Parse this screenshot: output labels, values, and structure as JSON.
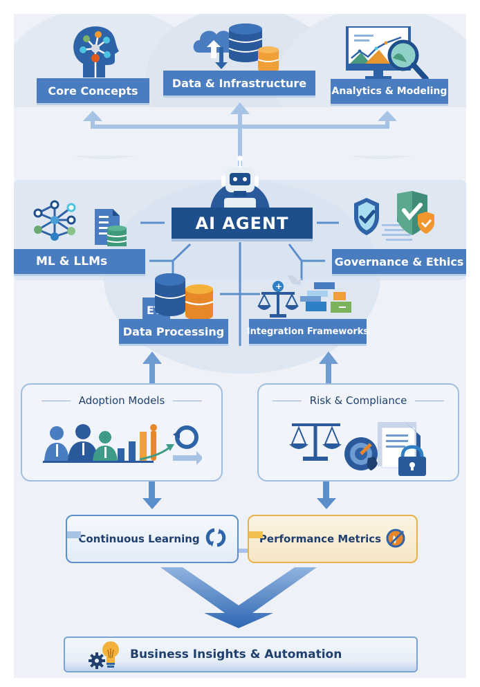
{
  "diagram": {
    "center": {
      "label": "AI AGENT",
      "icon": "robot-icon"
    },
    "top_row": [
      {
        "label": "Core Concepts",
        "icon": "brain-network-icon"
      },
      {
        "label": "Data & Infrastructure",
        "icon": "cloud-database-icon"
      },
      {
        "label": "Analytics & Modeling",
        "icon": "monitor-chart-magnifier-icon"
      }
    ],
    "middle_row": {
      "left": {
        "label": "ML & LLMs",
        "icon": "neural-network-document-icon"
      },
      "right": {
        "label": "Governance & Ethics",
        "icon": "shield-check-icon"
      }
    },
    "lower_row": [
      {
        "label": "Data Processing",
        "icon": "etl-database-icon",
        "icon_text": "ET"
      },
      {
        "label": "Integration Frameworks",
        "icon": "scale-blocks-icon"
      }
    ],
    "panels": [
      {
        "label": "Adoption Models",
        "icon": "people-growth-chart-icon"
      },
      {
        "label": "Risk & Compliance",
        "icon": "scale-gauge-document-lock-icon"
      }
    ],
    "outcomes": [
      {
        "label": "Continuous Learning",
        "icon": "refresh-cycle-icon",
        "accent": "#5b8fcc"
      },
      {
        "label": "Performance Metrics",
        "icon": "gauge-icon",
        "accent": "#e8b04c"
      }
    ],
    "final": {
      "label": "Business Insights & Automation",
      "icon": "gear-lightbulb-icon"
    },
    "colors": {
      "primary_blue": "#4a7cc0",
      "dark_blue": "#1f4e8c",
      "navy_text": "#1f3f6e",
      "orange": "#e8962e",
      "green": "#4a9a7e",
      "background": "#eef2f8"
    }
  }
}
